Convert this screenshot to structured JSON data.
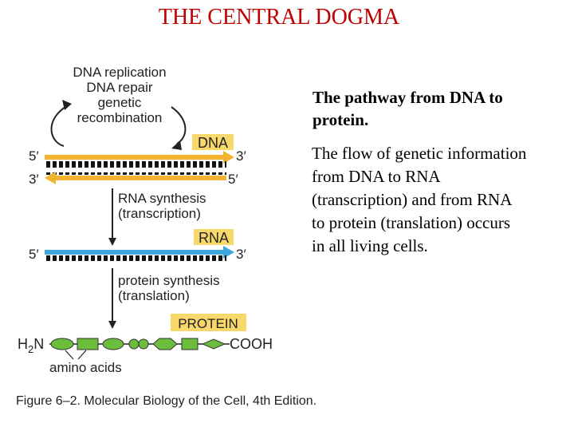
{
  "title": "THE CENTRAL DOGMA",
  "diagram": {
    "dna_processes": [
      "DNA replication",
      "DNA repair",
      "genetic",
      "recombination"
    ],
    "dna_label": "DNA",
    "five_prime": "5′",
    "three_prime": "3′",
    "transcription": [
      "RNA synthesis",
      "(transcription)"
    ],
    "rna_label": "RNA",
    "translation": [
      "protein synthesis",
      "(translation)"
    ],
    "protein_label": "PROTEIN",
    "n_terminus": "H",
    "n_terminus_sub": "2",
    "n_terminus_end": "N",
    "c_terminus": "COOH",
    "amino_acids": "amino acids",
    "caption": "Figure 6–2. Molecular Biology of the Cell, 4th Edition.",
    "colors": {
      "dna": "#f2b430",
      "rna": "#3fa6dc",
      "protein": "#6dbd3d",
      "label_bg": "#f8d86a"
    }
  },
  "text": {
    "subtitle": "The pathway from DNA to protein.",
    "body": "The flow of genetic information from DNA to RNA (transcription) and from RNA to protein (translation) occurs in all living cells."
  }
}
